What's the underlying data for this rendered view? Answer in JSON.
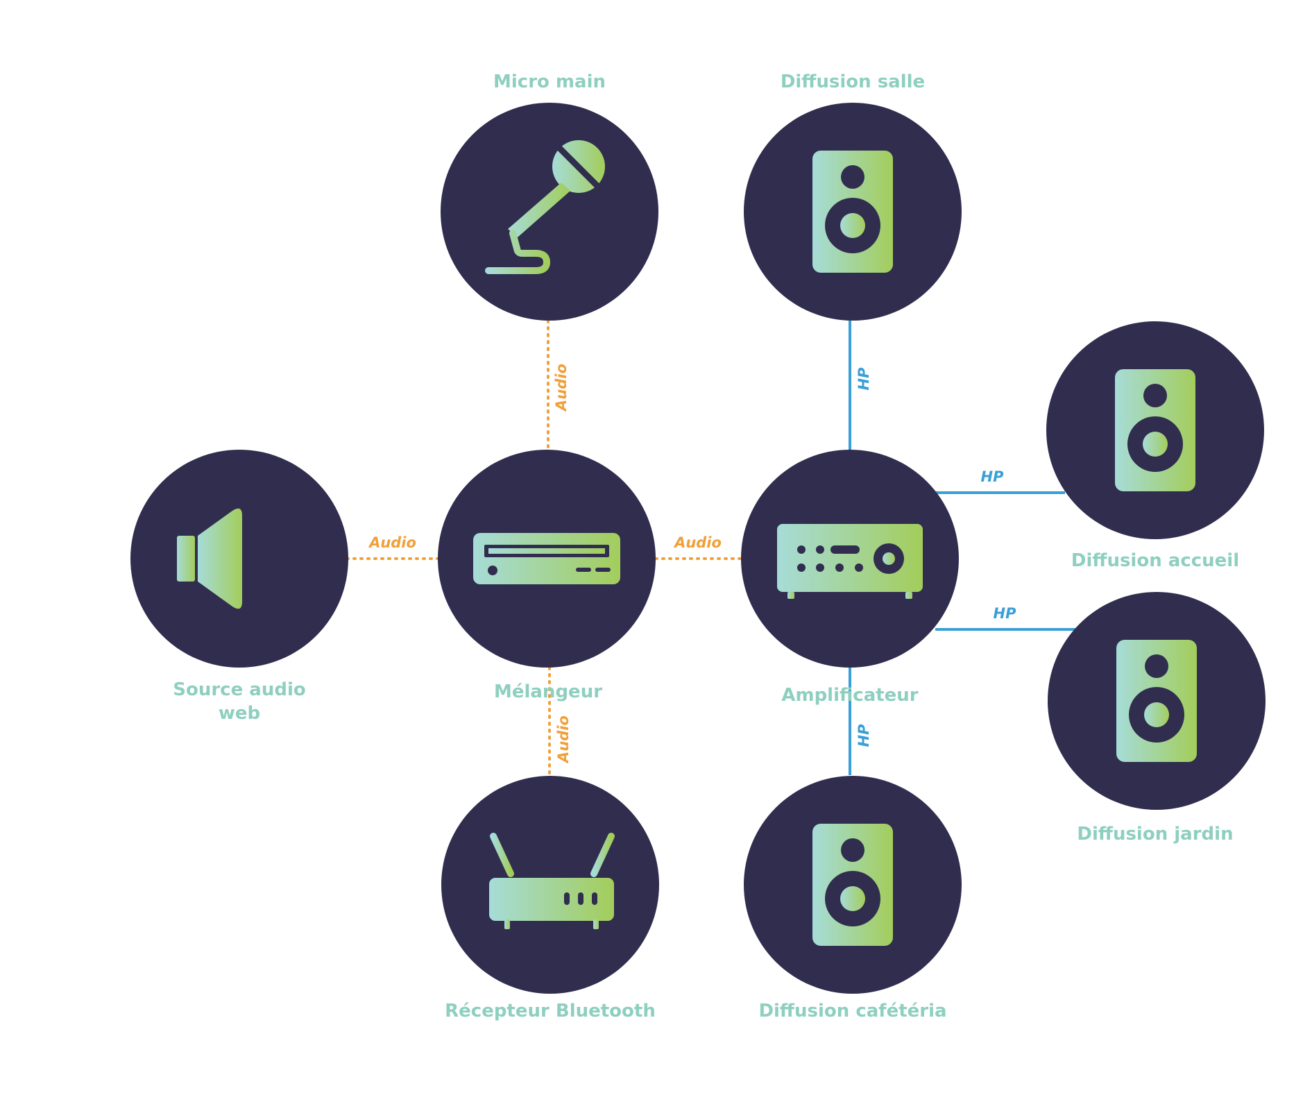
{
  "colors": {
    "node_fill": "#302d4e",
    "label": "#8ecfbf",
    "audio_link": "#f0a03a",
    "hp_link": "#3a9fd6",
    "icon_gradient_start": "#a6dcd8",
    "icon_gradient_end": "#a3cd5b"
  },
  "nodes": {
    "micro": {
      "label": "Micro main",
      "icon": "microphone-icon"
    },
    "diffusion_salle": {
      "label": "Diffusion salle",
      "icon": "speaker-icon"
    },
    "source_audio": {
      "label_line1": "Source audio",
      "label_line2": "web",
      "icon": "sound-wave-icon"
    },
    "melangeur": {
      "label": "Mélangeur",
      "icon": "mixer-icon"
    },
    "amplificateur": {
      "label": "Amplificateur",
      "icon": "amplifier-icon"
    },
    "diffusion_accueil": {
      "label": "Diffusion accueil",
      "icon": "speaker-icon"
    },
    "diffusion_jardin": {
      "label": "Diffusion jardin",
      "icon": "speaker-icon"
    },
    "recepteur": {
      "label": "Récepteur Bluetooth",
      "icon": "router-icon"
    },
    "diffusion_cafeteria": {
      "label": "Diffusion cafétéria",
      "icon": "speaker-icon"
    }
  },
  "links": {
    "micro_melangeur": {
      "label": "Audio",
      "type": "audio"
    },
    "source_melangeur": {
      "label": "Audio",
      "type": "audio"
    },
    "melangeur_ampli": {
      "label": "Audio",
      "type": "audio"
    },
    "recepteur_melangeur": {
      "label": "Audio",
      "type": "audio"
    },
    "ampli_salle": {
      "label": "HP",
      "type": "hp"
    },
    "ampli_accueil": {
      "label": "HP",
      "type": "hp"
    },
    "ampli_jardin": {
      "label": "HP",
      "type": "hp"
    },
    "ampli_cafeteria": {
      "label": "HP",
      "type": "hp"
    }
  }
}
